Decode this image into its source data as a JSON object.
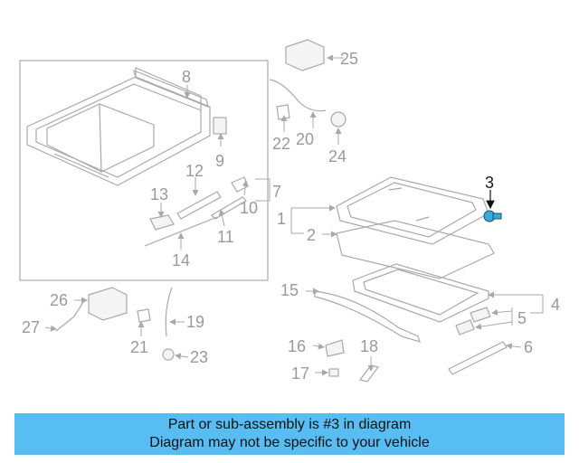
{
  "callouts": [
    "1",
    "2",
    "3",
    "4",
    "5",
    "6",
    "7",
    "8",
    "9",
    "10",
    "11",
    "12",
    "13",
    "14",
    "15",
    "16",
    "17",
    "18",
    "19",
    "20",
    "21",
    "22",
    "23",
    "24",
    "25",
    "26",
    "27"
  ],
  "highlighted": "3",
  "colors": {
    "banner": "#57bdf2",
    "highlight_part": "#3aa9d8",
    "dim": "#9a9a9a"
  },
  "banner": {
    "line1": "Part or sub-assembly is #3 in diagram",
    "line2": "Diagram may not be specific to your vehicle"
  }
}
